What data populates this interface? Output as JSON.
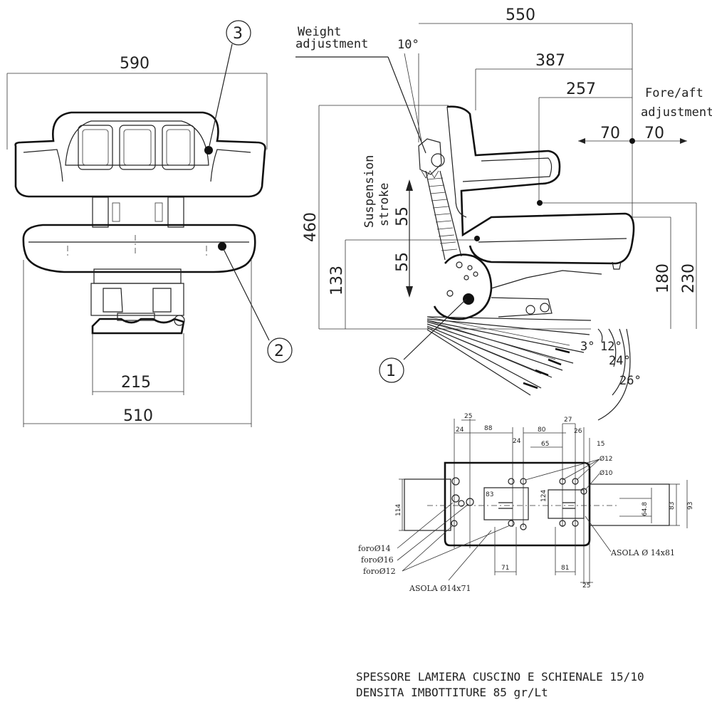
{
  "front_view": {
    "dim_width_top": "590",
    "dim_width_bottom": "510",
    "dim_base": "215",
    "callout_backrest": "3",
    "callout_cushion": "2"
  },
  "side_view": {
    "label_weight": [
      "Weight",
      "adjustment"
    ],
    "label_angle_top": "10°",
    "dim_550": "550",
    "dim_387": "387",
    "dim_257": "257",
    "label_fore_aft": [
      "Fore/aft",
      "adjustment"
    ],
    "dim_fore": "70",
    "dim_aft": "70",
    "dim_460": "460",
    "label_suspension": [
      "Suspension",
      "stroke"
    ],
    "dim_susp_up": "55",
    "dim_susp_down": "55",
    "dim_133": "133",
    "dim_180": "180",
    "dim_230": "230",
    "callout_mechanism": "1",
    "angles": [
      "3°",
      "12°",
      "24°",
      "26°"
    ]
  },
  "base_plate": {
    "dims_top": [
      "25",
      "24",
      "88",
      "24",
      "80",
      "65",
      "27",
      "26",
      "15"
    ],
    "dims_right": [
      "64.8",
      "83",
      "93"
    ],
    "dims_left": [
      "114"
    ],
    "dims_inner": [
      "83",
      "124"
    ],
    "dims_bottom": [
      "71",
      "81",
      "25"
    ],
    "holes_right": [
      "Ø12",
      "Ø10"
    ],
    "holes_left": [
      "foroØ14",
      "foroØ16",
      "foroØ12"
    ],
    "slot_bottom": "ASOLA Ø14x71",
    "slot_right": "ASOLA Ø 14x81"
  },
  "notes": [
    "SPESSORE LAMIERA CUSCINO E SCHIENALE 15/10",
    "DENSITA IMBOTTITURE 85 gr/Lt"
  ]
}
